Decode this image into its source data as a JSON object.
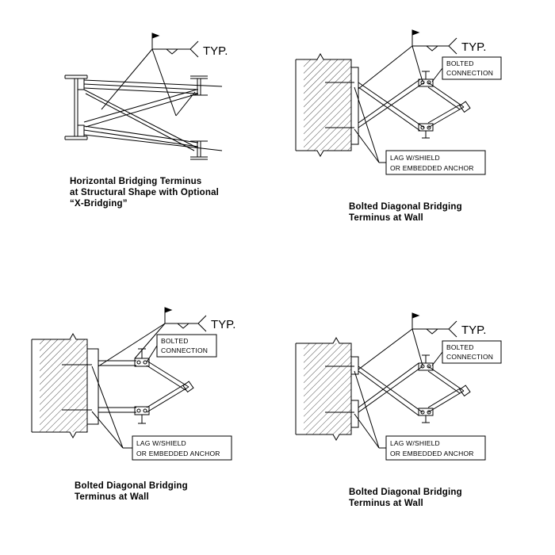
{
  "detail_1": {
    "typ_label": "TYP.",
    "caption": [
      "Horizontal Bridging Terminus",
      "at Structural Shape with Optional",
      "“X-Bridging”"
    ]
  },
  "detail_2": {
    "typ_label": "TYP.",
    "bolted_note": [
      "BOLTED",
      "CONNECTION"
    ],
    "lag_note": [
      "LAG W/SHIELD",
      "OR EMBEDDED ANCHOR"
    ],
    "caption": [
      "Bolted Diagonal Bridging",
      "Terminus at Wall"
    ]
  },
  "detail_3": {
    "typ_label": "TYP.",
    "bolted_note": [
      "BOLTED",
      "CONNECTION"
    ],
    "lag_note": [
      "LAG W/SHIELD",
      "OR EMBEDDED ANCHOR"
    ],
    "caption": [
      "Bolted Diagonal Bridging",
      "Terminus at Wall"
    ]
  },
  "detail_4": {
    "typ_label": "TYP.",
    "bolted_note": [
      "BOLTED",
      "CONNECTION"
    ],
    "lag_note": [
      "LAG W/SHIELD",
      "OR EMBEDDED ANCHOR"
    ],
    "caption": [
      "Bolted Diagonal Bridging",
      "Terminus at Wall"
    ]
  }
}
